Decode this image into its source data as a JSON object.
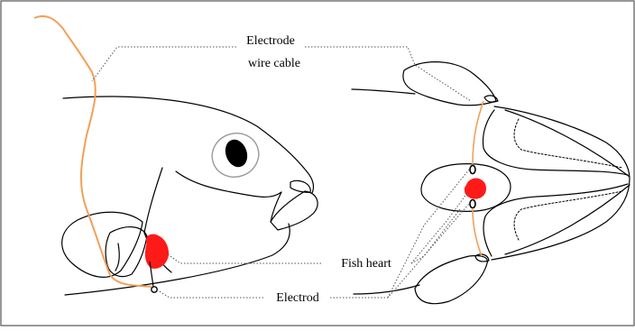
{
  "labels": {
    "electrode_cable_line1": "Electrode",
    "electrode_cable_line2": "wire cable",
    "fish_heart": "Fish heart",
    "electrode": "Electrod"
  },
  "colors": {
    "outline": "#000000",
    "cable": "#f2a05a",
    "heart": "#ff1a1a",
    "eye_ring": "#999999",
    "leader": "#555555",
    "frame": "#555555",
    "background": "#ffffff"
  }
}
